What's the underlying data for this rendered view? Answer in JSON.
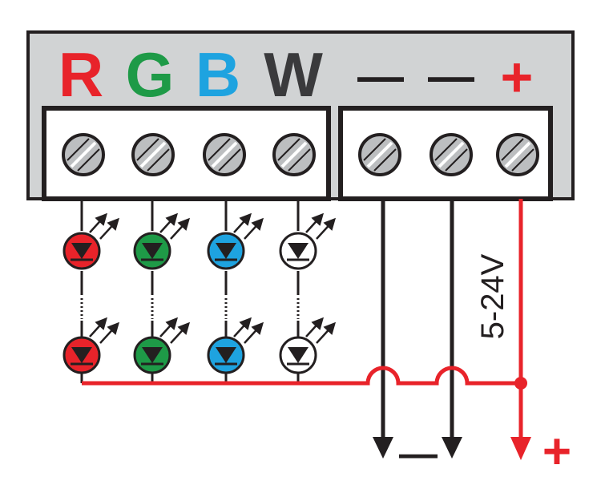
{
  "channels": [
    {
      "label": "R",
      "color": "#e8232a",
      "led_color": "#e8232a"
    },
    {
      "label": "G",
      "color": "#1e9a47",
      "led_color": "#1e9a47"
    },
    {
      "label": "B",
      "color": "#1ea3e0",
      "led_color": "#1ea3e0"
    },
    {
      "label": "W",
      "color": "#3a3a3c",
      "led_color": "#ffffff"
    }
  ],
  "power_terminals": [
    {
      "label": "—",
      "color": "#231f20"
    },
    {
      "label": "—",
      "color": "#231f20"
    },
    {
      "label": "+",
      "color": "#e8232a"
    }
  ],
  "voltage": "5-24V",
  "outputs": {
    "negative": "—",
    "positive": "+"
  },
  "colors": {
    "housing": "#d1d3d4",
    "wire_black": "#231f20",
    "wire_red": "#e8232a",
    "screw": "#bcbec0"
  }
}
